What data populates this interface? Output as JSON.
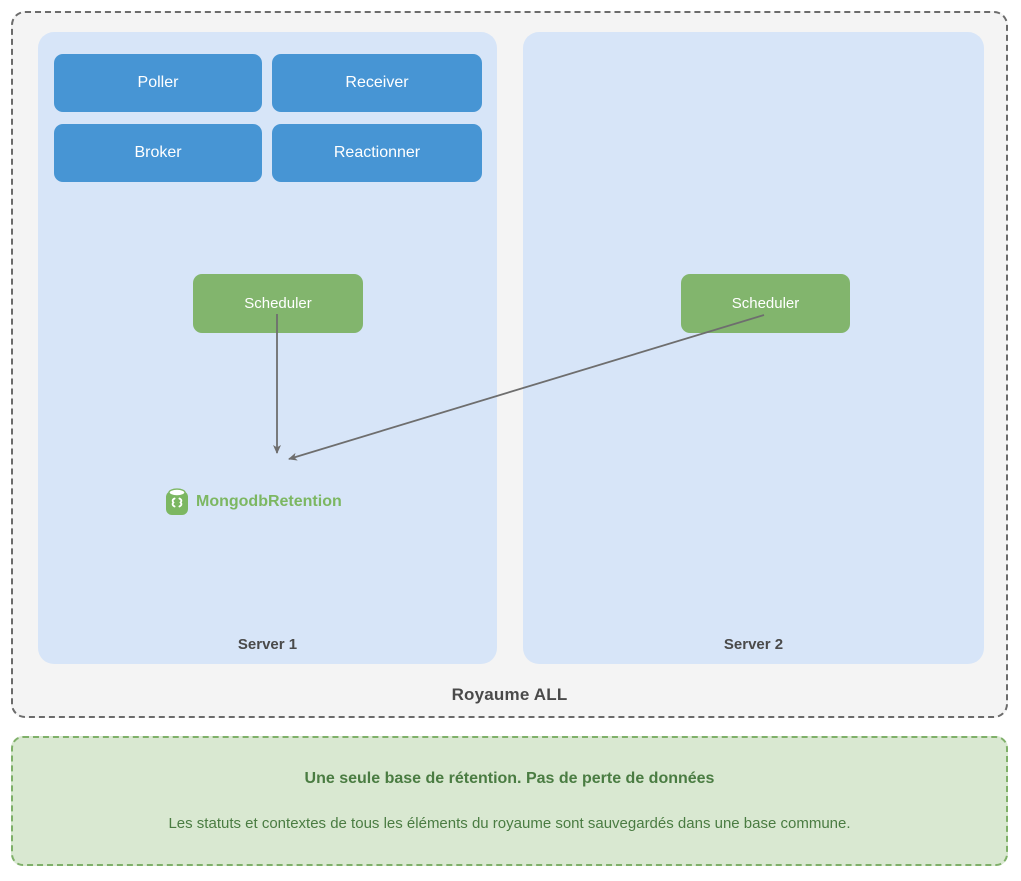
{
  "realm": {
    "label": "Royaume ALL",
    "servers": [
      {
        "label": "Server 1",
        "daemons": [
          {
            "name": "poller",
            "label": "Poller"
          },
          {
            "name": "receiver",
            "label": "Receiver"
          },
          {
            "name": "broker",
            "label": "Broker"
          },
          {
            "name": "reactionner",
            "label": "Reactionner"
          }
        ],
        "scheduler": {
          "label": "Scheduler"
        },
        "datastore": {
          "label": "MongodbRetention",
          "icon": "database-icon"
        }
      },
      {
        "label": "Server 2",
        "daemons": [],
        "scheduler": {
          "label": "Scheduler"
        }
      }
    ]
  },
  "note": {
    "title": "Une seule base de rétention. Pas de perte de données",
    "body": "Les statuts et contextes de tous les éléments du royaume sont sauvegardés dans une base commune."
  },
  "colors": {
    "daemon_blue": "#4795d4",
    "scheduler_green": "#82b56d",
    "panel_blue": "#d7e5f8",
    "realm_background": "#f4f4f4",
    "realm_border": "#6b6b6b",
    "note_background": "#d9e8d1",
    "note_border": "#7fb069",
    "note_text": "#4a7c42",
    "datastore_label": "#7cb762",
    "arrow": "#6e6e6e"
  }
}
